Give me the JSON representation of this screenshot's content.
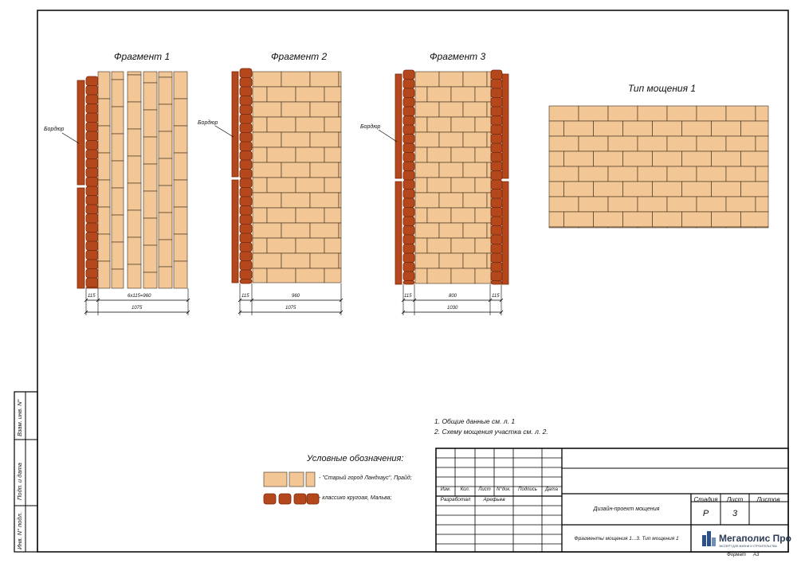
{
  "fragments": [
    {
      "title": "Фрагмент 1",
      "border_label": "Бордюр",
      "dim_left": "115",
      "dim_inner": "6х115=960",
      "dim_right": "",
      "dim_total": "1075"
    },
    {
      "title": "Фрагмент 2",
      "border_label": "Бордюр",
      "dim_left": "115",
      "dim_inner": "960",
      "dim_right": "",
      "dim_total": "1075"
    },
    {
      "title": "Фрагмент 3",
      "border_label": "Бордюр",
      "dim_left": "115",
      "dim_inner": "800",
      "dim_right": "115",
      "dim_total": "1030"
    }
  ],
  "paving_type": {
    "title": "Тип мощения 1"
  },
  "notes": [
    "1.    Общие данные см. л. 1",
    "2.    Схему мощения участка см. л. 2."
  ],
  "legend": {
    "title": "Условные обозначения:",
    "items": [
      {
        "text": "- \"Старый город Ландхаус\", Прайд;"
      },
      {
        "text": "- классико кругоая, Мальва;"
      }
    ]
  },
  "side_stamp": [
    "Взам. инв. N°",
    "Подп. и дата",
    "Инв. N° подл."
  ],
  "title_block": {
    "headers": [
      "Изм.",
      "Кол.",
      "Лист",
      "N°док.",
      "Подпись",
      "Дата"
    ],
    "developed_label": "Разработал",
    "developer": "Арефьев",
    "project": "Дизайн-проект мощения",
    "sheet_title": "Фрагменты мощения 1...3. Тип мощения 1",
    "stage_label": "Стадия",
    "sheet_label": "Лист",
    "sheets_label": "Листов",
    "stage": "Р",
    "sheet": "3",
    "sheets": "",
    "company": "Мегаполис Про",
    "company_sub": "ЭКСПЕРТ ДЛЯ ЖИЗНИ И СТРОИТЕЛЬСТВА",
    "format_label": "Формат",
    "format": "А3"
  },
  "colors": {
    "tile": "#f3c795",
    "tile_edge": "#3a2a1a",
    "border": "#b4481c",
    "border_dark": "#7a2a0c",
    "line": "#000000"
  }
}
